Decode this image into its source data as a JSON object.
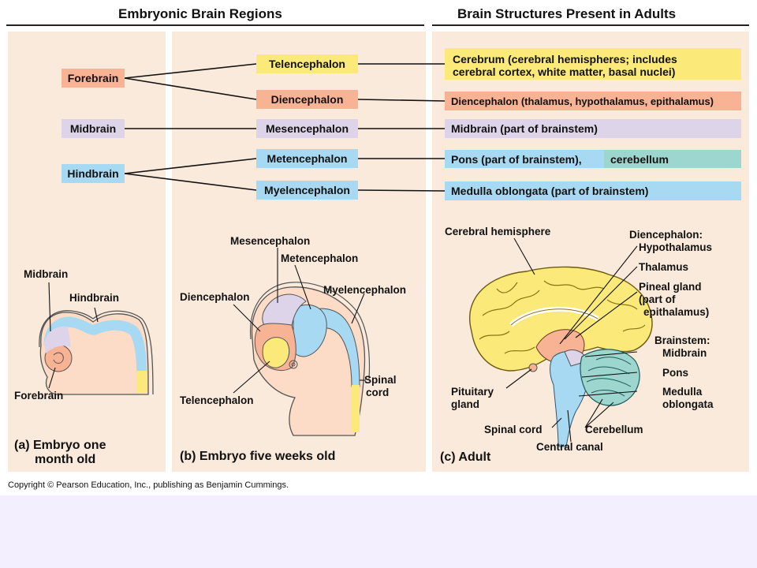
{
  "headers": {
    "left": "Embryonic Brain Regions",
    "right": "Brain Structures Present in Adults"
  },
  "colors": {
    "panel": "#faeadb",
    "forebrain": "#f7b393",
    "telencephalon": "#fbe979",
    "midbrain": "#ded4e9",
    "hindbrain": "#a7d9f2",
    "cerebellum": "#9dd6ce",
    "bottom_band": "#f3efff"
  },
  "regions": {
    "forebrain": "Forebrain",
    "midbrain": "Midbrain",
    "hindbrain": "Hindbrain"
  },
  "subregions": {
    "telencephalon": "Telencephalon",
    "diencephalon": "Diencephalon",
    "mesencephalon": "Mesencephalon",
    "metencephalon": "Metencephalon",
    "myelencephalon": "Myelencephalon"
  },
  "adult": {
    "cerebrum_line1": "Cerebrum (cerebral hemispheres; includes",
    "cerebrum_line2": "cerebral cortex, white matter, basal nuclei)",
    "diencephalon": "Diencephalon (thalamus, hypothalamus, epithalamus)",
    "midbrain": "Midbrain (part of brainstem)",
    "pons": "Pons (part of brainstem),",
    "cerebellum": "cerebellum",
    "medulla": "Medulla oblongata (part of brainstem)"
  },
  "embryo_a": {
    "midbrain": "Midbrain",
    "hindbrain": "Hindbrain",
    "forebrain": "Forebrain",
    "caption_line1": "(a) Embryo one",
    "caption_line2": "month old"
  },
  "embryo_b": {
    "mesencephalon": "Mesencephalon",
    "metencephalon": "Metencephalon",
    "diencephalon": "Diencephalon",
    "myelencephalon": "Myelencephalon",
    "telencephalon": "Telencephalon",
    "spinal_line1": "Spinal",
    "spinal_line2": "cord",
    "caption": "(b) Embryo five weeks old"
  },
  "adult_brain": {
    "cerebral_hemisphere": "Cerebral hemisphere",
    "diencephalon_line1": "Diencephalon:",
    "diencephalon_line2": "Hypothalamus",
    "thalamus": "Thalamus",
    "pineal_line1": "Pineal gland",
    "pineal_line2": "(part of",
    "pineal_line3": "epithalamus)",
    "brainstem_line1": "Brainstem:",
    "brainstem_line2": "Midbrain",
    "pons": "Pons",
    "medulla_line1": "Medulla",
    "medulla_line2": "oblongata",
    "pituitary_line1": "Pituitary",
    "pituitary_line2": "gland",
    "spinal_cord": "Spinal cord",
    "cerebellum": "Cerebellum",
    "central_canal": "Central canal",
    "caption": "(c) Adult"
  },
  "copyright": "Copyright © Pearson Education, Inc., publishing as Benjamin Cummings."
}
